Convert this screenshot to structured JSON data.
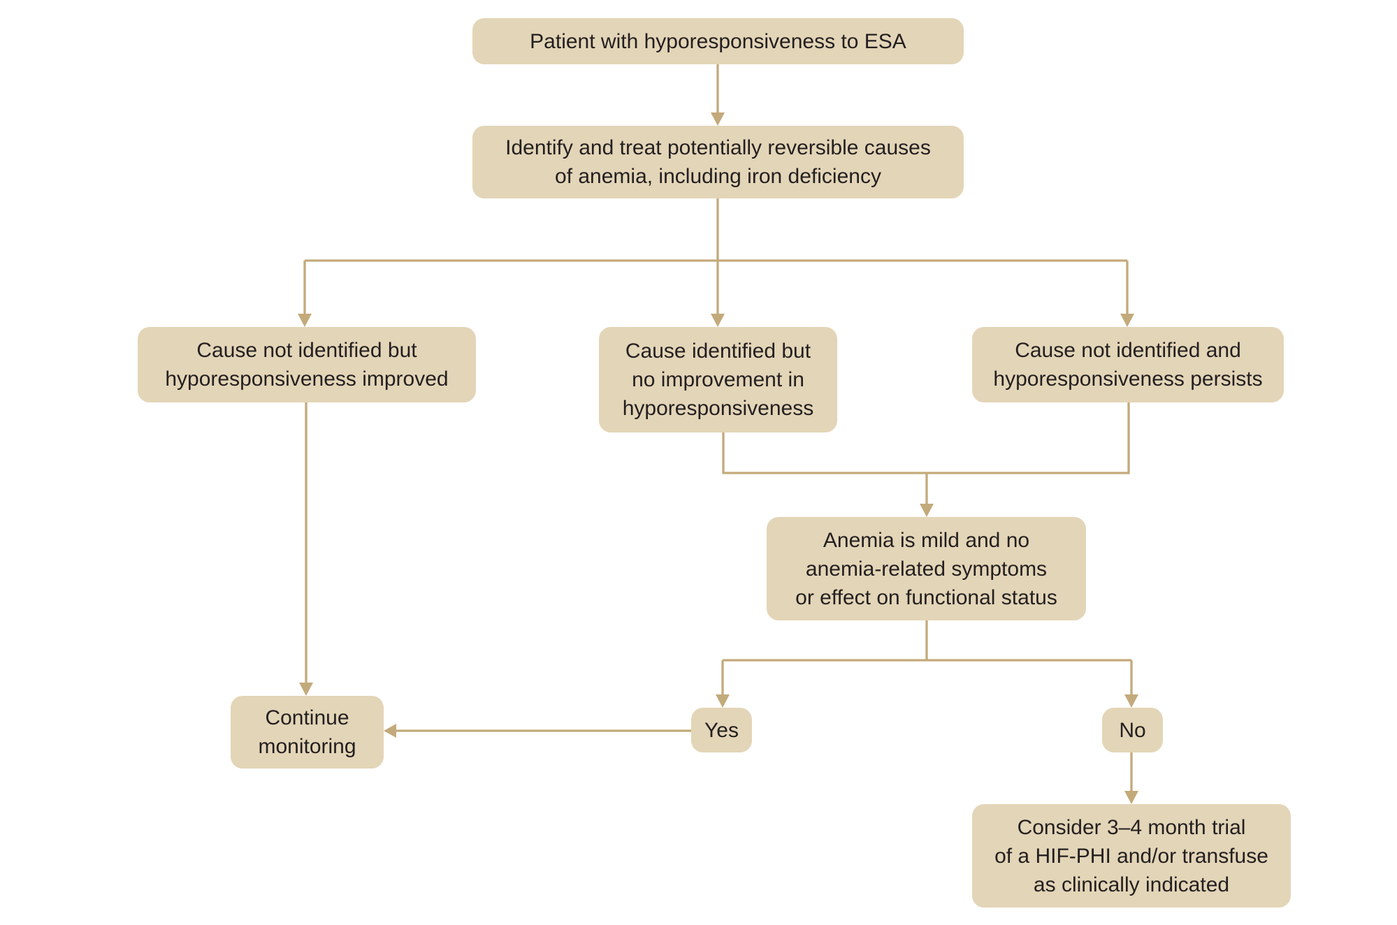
{
  "flowchart": {
    "nodes": {
      "start": "Patient with hyporesponsiveness to ESA",
      "identify": "Identify and treat potentially reversible causes\nof anemia, including iron deficiency",
      "not_identified_improved": "Cause not identified but\nhyporesponsiveness improved",
      "identified_no_improvement": "Cause identified but\nno improvement in\nhyporesponsiveness",
      "not_identified_persists": "Cause not identified and\nhyporesponsiveness persists",
      "anemia_mild": "Anemia is mild and no\nanemia-related symptoms\nor effect on functional status",
      "yes": "Yes",
      "no": "No",
      "continue_monitoring": "Continue\nmonitoring",
      "consider_trial": "Consider 3–4 month trial\nof a HIF-PHI and/or transfuse\nas clinically indicated"
    },
    "edges": [
      {
        "from": "start",
        "to": "identify"
      },
      {
        "from": "identify",
        "to": "not_identified_improved"
      },
      {
        "from": "identify",
        "to": "identified_no_improvement"
      },
      {
        "from": "identify",
        "to": "not_identified_persists"
      },
      {
        "from": "not_identified_improved",
        "to": "continue_monitoring"
      },
      {
        "from": "identified_no_improvement",
        "to": "anemia_mild"
      },
      {
        "from": "not_identified_persists",
        "to": "anemia_mild"
      },
      {
        "from": "anemia_mild",
        "to": "yes"
      },
      {
        "from": "anemia_mild",
        "to": "no"
      },
      {
        "from": "yes",
        "to": "continue_monitoring"
      },
      {
        "from": "no",
        "to": "consider_trial"
      }
    ],
    "colors": {
      "box_fill": "#e3d5b7",
      "connector": "#c3aa7b",
      "text": "#231f20",
      "background": "#ffffff"
    }
  }
}
